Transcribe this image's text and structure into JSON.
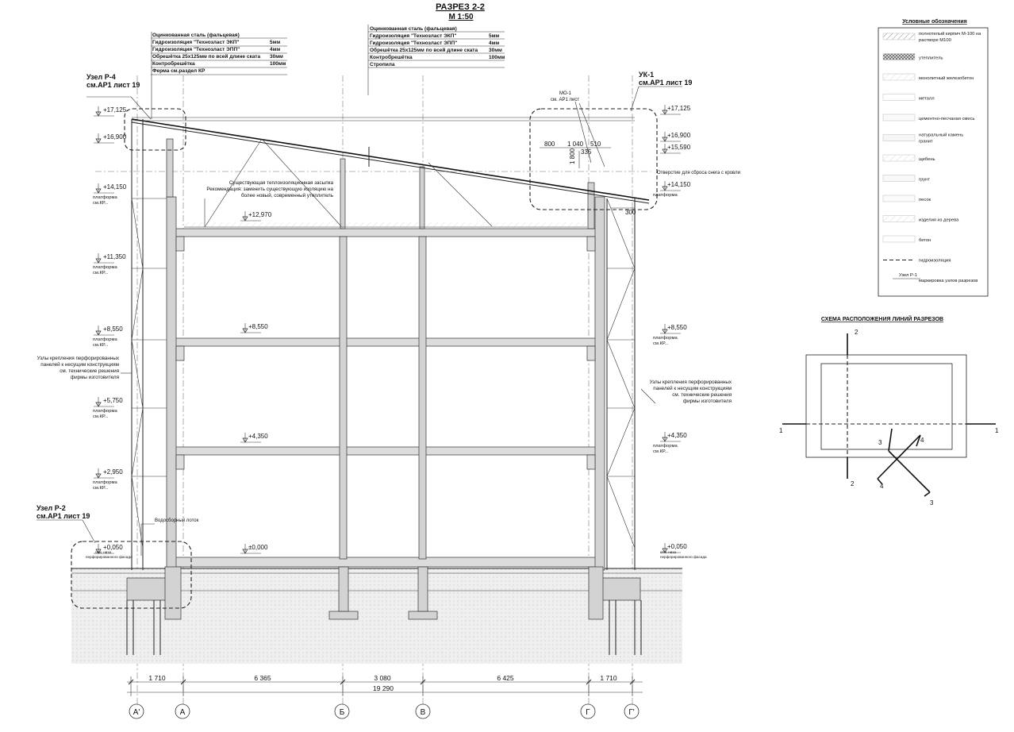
{
  "title": "РАЗРЕЗ 2-2",
  "scale": "М 1:50",
  "roof_left": {
    "rows": [
      [
        "Оцинкованная сталь (фальцевая)",
        ""
      ],
      [
        "Гидроизоляция \"Технозласт ЭКП\"",
        "5мм"
      ],
      [
        "Гидроизоляция \"Технозласт ЭПП\"",
        "4мм"
      ],
      [
        "Обрешётка 25х125мм по всей длине ската",
        "30мм"
      ],
      [
        "Контробрешётка",
        "100мм"
      ],
      [
        "Ферма см.раздел КР",
        ""
      ]
    ]
  },
  "roof_right": {
    "rows": [
      [
        "Оцинкованная сталь (фальцевая)",
        ""
      ],
      [
        "Гидроизоляция \"Технозласт ЭКП\"",
        "5мм"
      ],
      [
        "Гидроизоляция \"Технозласт ЭПП\"",
        "4мм"
      ],
      [
        "Обрешётка 25х125мм по всей длине ската",
        "30мм"
      ],
      [
        "Контробрешётка",
        "100мм"
      ],
      [
        "Стропила",
        ""
      ]
    ]
  },
  "nodes": {
    "p4": [
      "Узел Р-4",
      "см.АР1 лист 19"
    ],
    "uk1": [
      "УК-1",
      "см.АР1 лист 19"
    ],
    "p2": [
      "Узел Р-2",
      "см.АР1 лист 19"
    ],
    "mo1": [
      "МО-1",
      "см. АР1 лист"
    ]
  },
  "levels_left": [
    "+17,125",
    "+16,900",
    "+14,150",
    "+11,350",
    "+8,550",
    "+5,750",
    "+2,950",
    "+0,050"
  ],
  "levels_right": [
    "+17,125",
    "+16,900",
    "+15,590",
    "+14,150",
    "+8,550",
    "+4,350",
    "+0,050"
  ],
  "levels_inner": [
    "+12,970",
    "+8,550",
    "+4,350",
    "±0,000"
  ],
  "platform": [
    "платформа",
    "см.КР..."
  ],
  "facade_note_small": [
    "отм. низа",
    "перфорированного фасада"
  ],
  "notes": {
    "insulation": [
      "Существующая теплоизоляционная засыпка",
      "Рекомендация: заменить существующую изоляцию на",
      "более новый, современный утеплитель"
    ],
    "panels_left": [
      "Узлы крепления перфорированных",
      "панелей к несущим конструкциям",
      "см. технические решения",
      "фирмы изготовителя"
    ],
    "panels_right": [
      "Узлы крепления перфорированных",
      "панелей к несущим конструкциям",
      "см. технические решения",
      "фирмы изготовителя"
    ],
    "drain": "Водосборный лоток",
    "snow": "Отверстие для сброса снега с кровли"
  },
  "detail_dims": [
    "800",
    "1 040",
    "510",
    "335",
    "1 800",
    "300"
  ],
  "dims": {
    "segments": [
      "1 710",
      "6 365",
      "3 080",
      "6 425",
      "1 710"
    ],
    "total": "19 290"
  },
  "axes": [
    "А'",
    "А",
    "Б",
    "В",
    "Г",
    "Г'"
  ],
  "legend": {
    "title": "Условные обозначения",
    "items": [
      [
        "полнотелый кирпич М-100 на",
        "растворе М100"
      ],
      [
        "утеплитель",
        ""
      ],
      [
        "монолитный железобетон",
        ""
      ],
      [
        "металл",
        ""
      ],
      [
        "цементно-песчаная смесь",
        ""
      ],
      [
        "натуральный камень",
        "гранит"
      ],
      [
        "щебень",
        ""
      ],
      [
        "грунт",
        ""
      ],
      [
        "песок",
        ""
      ],
      [
        "изделия из дерева",
        ""
      ],
      [
        "бетон",
        ""
      ],
      [
        "гидроизоляция",
        ""
      ],
      [
        "маркировка узлов разрезов",
        ""
      ]
    ],
    "marker_label": "Узел Р-1"
  },
  "scheme": {
    "title": "СХЕМА РАСПОЛОЖЕНИЯ ЛИНИЙ РАЗРЕЗОВ",
    "labels": [
      "2",
      "2",
      "1",
      "1",
      "3",
      "3",
      "4",
      "4"
    ]
  }
}
